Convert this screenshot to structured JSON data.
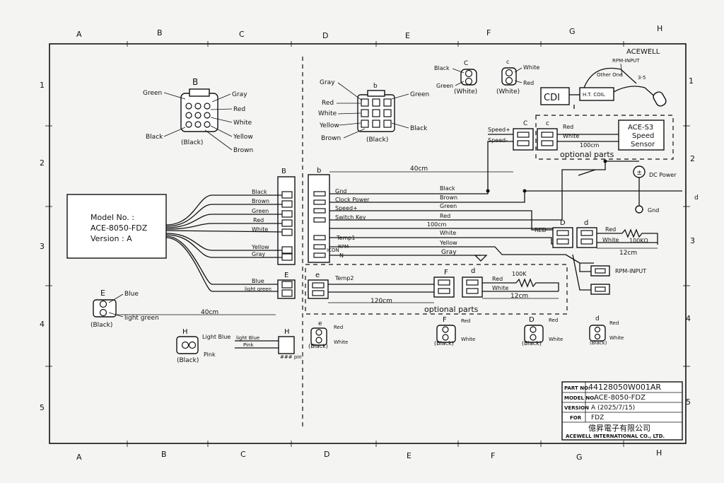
{
  "grid": {
    "cols": [
      "A",
      "B",
      "C",
      "D",
      "E",
      "F",
      "G",
      "H"
    ],
    "rows": [
      "1",
      "2",
      "3",
      "4",
      "5"
    ]
  },
  "brand": "ACEWELL",
  "model_box": {
    "line1": "Model No. :",
    "line2": "ACE-8050-FDZ",
    "line3": "Version : A"
  },
  "connector_B_top": {
    "title": "B",
    "left": [
      "Green",
      "Black"
    ],
    "right": [
      "Gray",
      "Red",
      "White",
      "Yellow",
      "Brown"
    ],
    "caption": "(Black)"
  },
  "connector_b_top": {
    "title": "b",
    "left": [
      "Gray",
      "Red",
      "White",
      "Yellow",
      "Brown"
    ],
    "right": [
      "Green",
      "Black"
    ],
    "caption": "(Black)"
  },
  "connector_C": {
    "title": "C",
    "left": [
      "Black",
      "Green"
    ],
    "caption": "(White)"
  },
  "connector_c": {
    "title": "c",
    "right": [
      "White",
      "Red"
    ],
    "caption": "(White)"
  },
  "cdi": {
    "label": "CDI",
    "coil": "H.T. COIL",
    "rpm_input": "RPM-INPUT",
    "other": "Other One"
  },
  "harness_B": {
    "title": "B",
    "wires": [
      "Black",
      "Brown",
      "Green",
      "Red",
      "White",
      "Yellow",
      "Gray"
    ]
  },
  "harness_E": {
    "title": "E",
    "wires": [
      "Blue",
      "light green"
    ]
  },
  "harness_b": {
    "title": "b",
    "dist": "40cm",
    "labels": [
      "Gnd",
      "Clock Power",
      "Speed+",
      "Switch Key",
      "Temp1",
      "RPM",
      "N"
    ],
    "icon_tag": "ICON"
  },
  "wire_colors_right": [
    "Black",
    "Brown",
    "Green",
    "Red",
    "White",
    "Yellow",
    "Gray"
  ],
  "speed": {
    "plus": "Speed+",
    "minus": "Speed-",
    "C": "C",
    "c": "c",
    "red": "Red",
    "white": "White",
    "dist": "100cm",
    "optional": "optional parts",
    "sensor": [
      "ACE-S3",
      "Speed",
      "Sensor"
    ]
  },
  "dc_power": "DC Power",
  "gnd": "Gnd",
  "dist_100cm": "100cm",
  "D_section": {
    "D": "D",
    "d": "d",
    "red_left": "RED",
    "red": "Red",
    "white": "White",
    "res": "100KΩ",
    "dist": "12cm"
  },
  "rpm_input_right": "RPM-INPUT",
  "optional_lower": {
    "e": "e",
    "temp2": "Temp2",
    "F": "F",
    "d": "d",
    "red": "Red",
    "white": "White",
    "res": "100K",
    "dist_a": "120cm",
    "dist_b": "12cm",
    "label": "optional parts"
  },
  "small_E": {
    "title": "E",
    "blue": "Blue",
    "green": "light green",
    "caption": "(Black)",
    "dist": "40cm"
  },
  "small_H": {
    "title": "H",
    "blue": "Light Blue",
    "pink": "Pink",
    "caption": "(Black)"
  },
  "small_H2": {
    "title": "H",
    "blue": "light Blue",
    "pink": "Pink",
    "pin": "### pin"
  },
  "small_e": {
    "title": "e",
    "red": "Red",
    "white": "White",
    "caption": "(Black)"
  },
  "small_F": {
    "title": "F",
    "red": "Red",
    "white": "White",
    "caption": "(Black)"
  },
  "small_D": {
    "title": "D",
    "red": "Red",
    "white": "White",
    "caption": "(Black)"
  },
  "small_d": {
    "title": "d",
    "red": "Red",
    "white": "White",
    "caption": "(Black)"
  },
  "title_block": {
    "part_label": "PART NO.",
    "part_value": "44128050W001AR",
    "model_label": "MODEL NO.",
    "model_value": "ACE-8050-FDZ",
    "version_label": "VERSION",
    "version_value": "A (2025/7/15)",
    "for_label": "FOR",
    "for_value": "FDZ",
    "company_cn": "億昇電子有限公司",
    "company_en": "ACEWELL INTERNATIONAL CO., LTD."
  },
  "side_marks": {
    "right_d": "d",
    "right_3": "3"
  }
}
